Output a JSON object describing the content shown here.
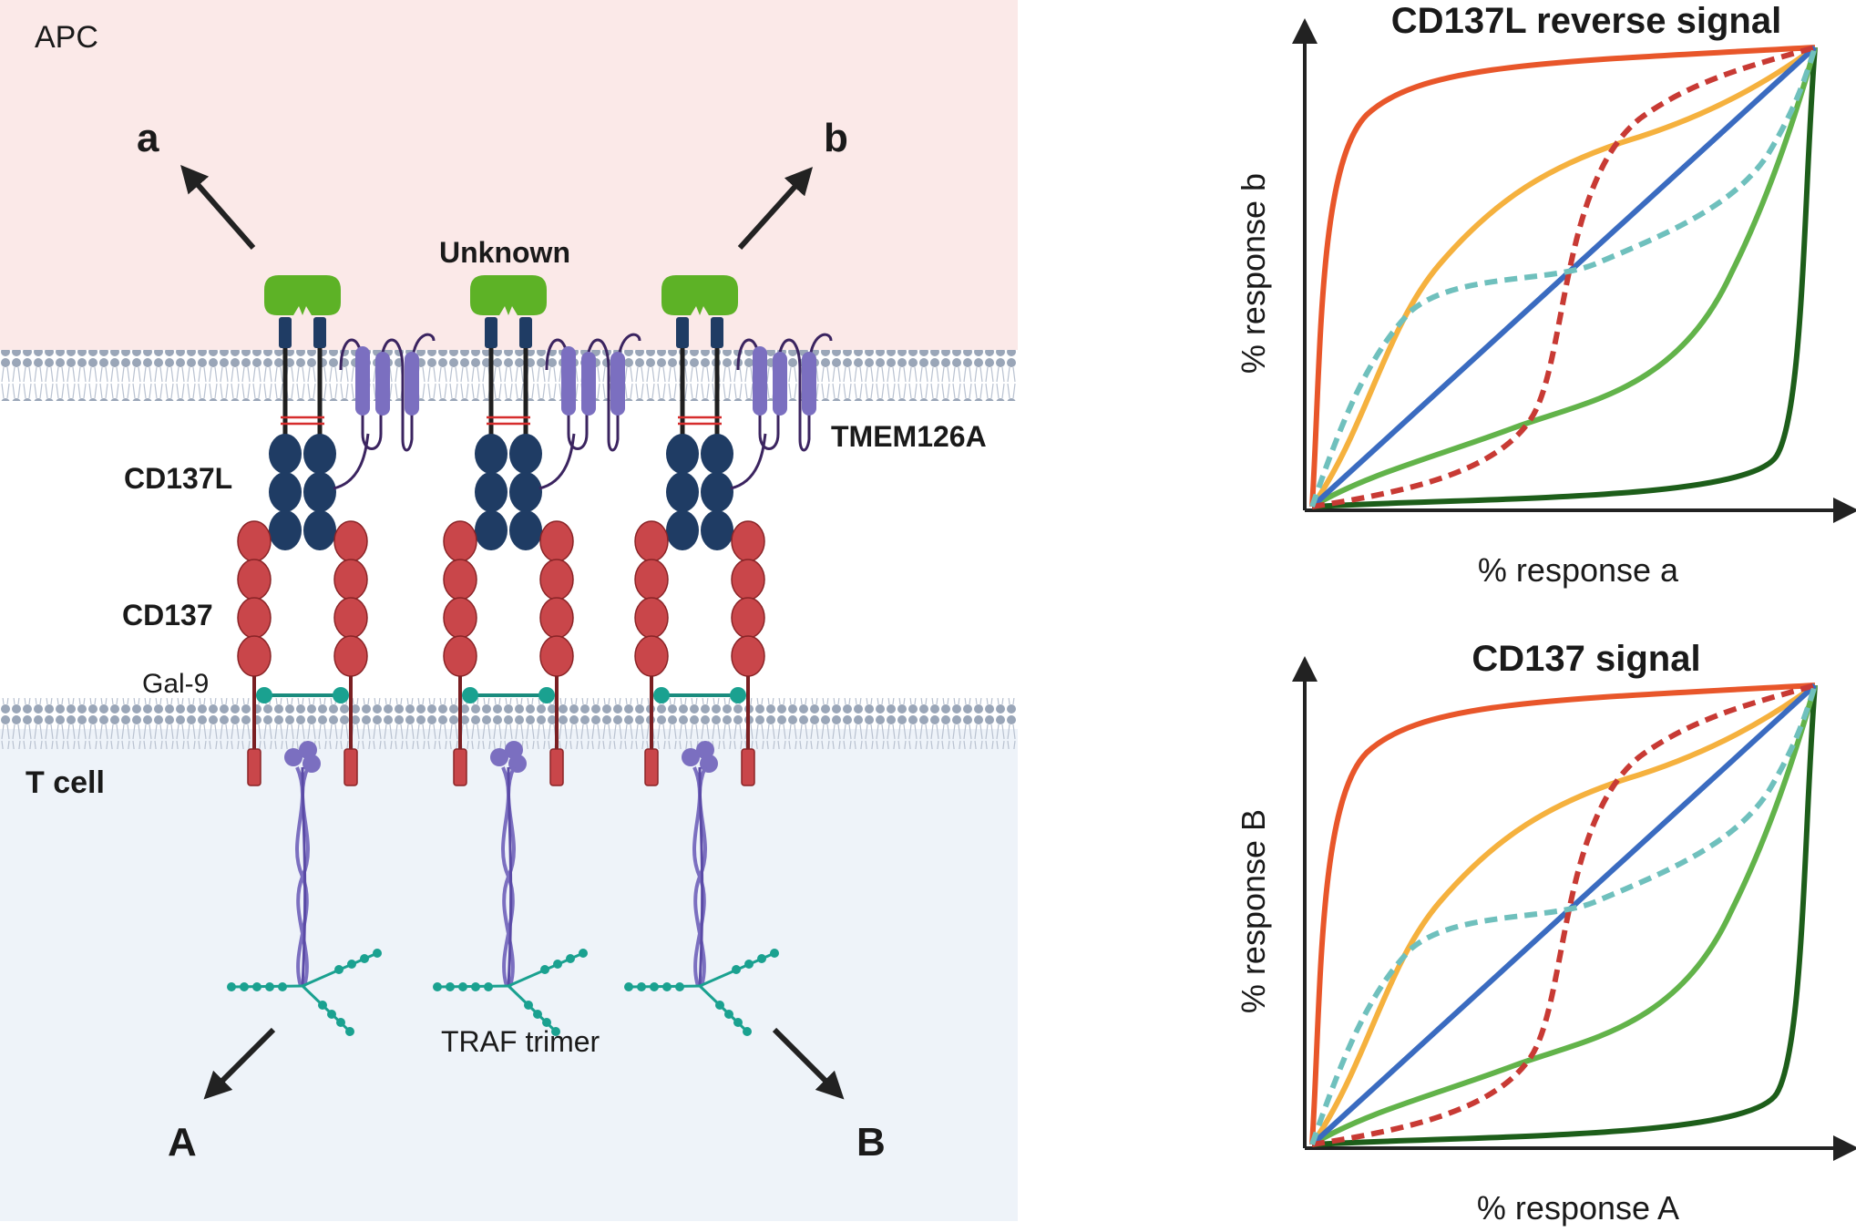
{
  "diagram": {
    "regions": {
      "apc": "APC",
      "tcell": "T cell"
    },
    "labels": {
      "unknown": "Unknown",
      "tmem": "TMEM126A",
      "cd137l": "CD137L",
      "cd137": "CD137",
      "gal9": "Gal-9",
      "traf": "TRAF trimer"
    },
    "arrows": {
      "a": "a",
      "b": "b",
      "A": "A",
      "B": "B"
    },
    "colors": {
      "apc_bg": "#fbe9e8",
      "tcell_bg": "#eef3f9",
      "membrane": "#9aa6b8",
      "ligand_green": "#5db226",
      "cd137l_blue": "#1f3c64",
      "cd137_red": "#c9464a",
      "tmem_purple": "#7b6fc0",
      "traf_teal": "#1aa190"
    }
  },
  "charts": [
    {
      "id": "top",
      "title": "CD137L reverse signal",
      "xlabel": "% response a",
      "ylabel": "% response b"
    },
    {
      "id": "bottom",
      "title": "CD137 signal",
      "xlabel": "% response A",
      "ylabel": "% response B"
    }
  ],
  "curve_colors": {
    "orange": "#e8562a",
    "yellow": "#f5b13e",
    "red_dashed": "#c83a34",
    "blue": "#3a6bc0",
    "teal_dashed": "#6fc0bd",
    "light_green": "#62b34a",
    "dark_green": "#1d5e1a"
  }
}
